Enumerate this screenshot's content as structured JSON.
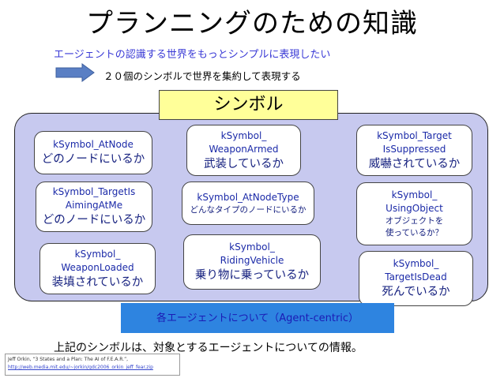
{
  "title": "プランニングのための知識",
  "subtitle": "エージェントの認識する世界をもっとシンプルに表現したい",
  "arrow_text": "２０個のシンボルで世界を集約して表現する",
  "symbol_header": "シンボル",
  "symbols": [
    {
      "name": "kSymbol_AtNode",
      "jp": "どのノードにいるか"
    },
    {
      "name": "kSymbol_",
      "name2": "WeaponArmed",
      "jp": "武装しているか"
    },
    {
      "name": "kSymbol_Target",
      "name2": "IsSuppressed",
      "jp": "威嚇されているか"
    },
    {
      "name": "kSymbol_TargetIs",
      "name2": "AimingAtMe",
      "jp": "どのノードにいるか"
    },
    {
      "name": "kSymbol_AtNodeType",
      "jp": "どんなタイプのノードにいるか"
    },
    {
      "name": "kSymbol_",
      "name2": "UsingObject",
      "jp": "オブジェクトを",
      "jp2": "使っているか？"
    },
    {
      "name": "kSymbol_",
      "name2": "WeaponLoaded",
      "jp": "装填されているか"
    },
    {
      "name": "kSymbol_",
      "name2": "RidingVehicle",
      "jp": "乗り物に乗っているか"
    },
    {
      "name": "kSymbol_",
      "name2": "TargetIsDead",
      "jp": "死んでいるか"
    }
  ],
  "footer_banner": "各エージェントについて（Agent-centric）",
  "note": "上記のシンボルは、対象とするエージェントについての情報。",
  "citation": {
    "text": "Jeff Orkin, “3 States and a Plan: The AI of F.E.A.R.”,",
    "url": "http://web.media.mit.edu/~jorkin/gdc2006_orkin_jeff_fear.zip"
  },
  "colors": {
    "arrow": "#5a7fc4",
    "container": "#c7c9ef",
    "header": "#ffff99",
    "banner": "#2e84e0"
  }
}
